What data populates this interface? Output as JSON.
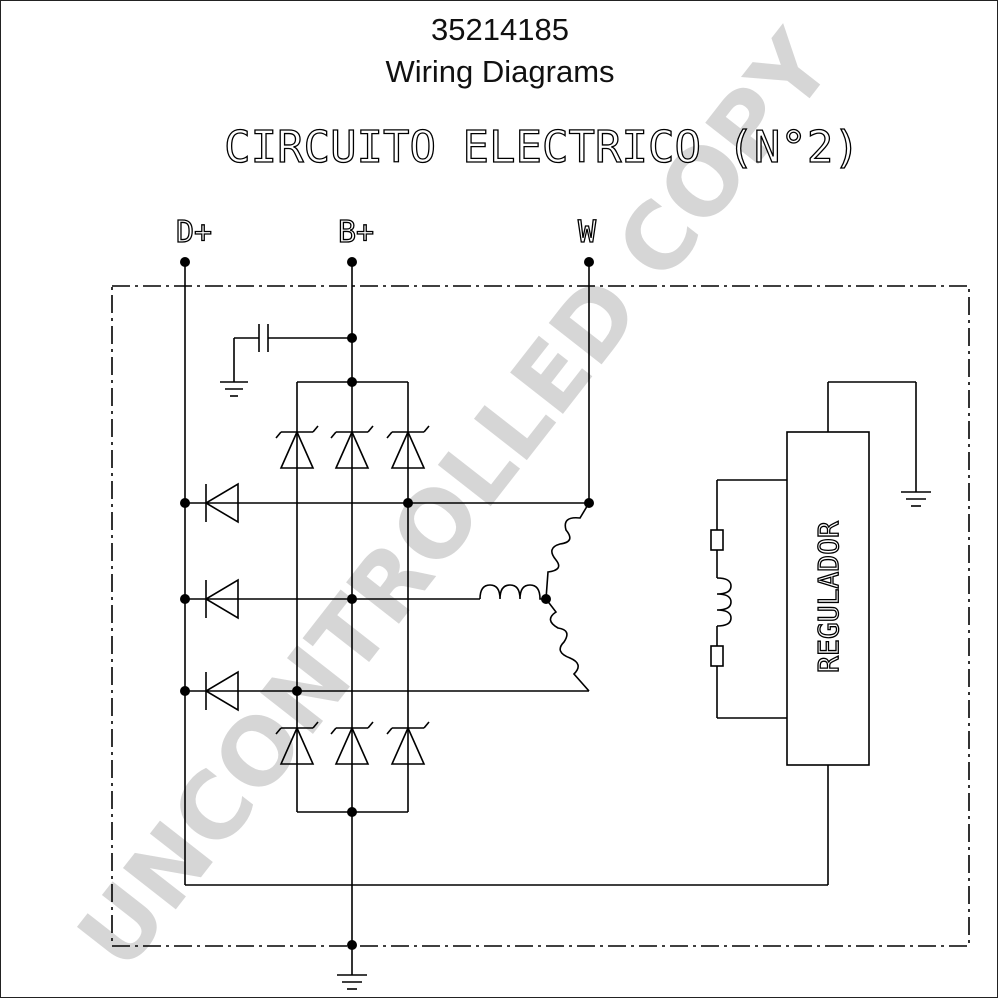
{
  "header": {
    "part_number": "35214185",
    "document_title": "Wiring Diagrams"
  },
  "diagram": {
    "circuit_title": "CIRCUITO ELECTRICO (N°2)",
    "terminals": {
      "d_plus": "D+",
      "b_plus": "B+",
      "w": "W"
    },
    "regulator_label": "REGULADOR"
  },
  "watermark": {
    "text": "UNCONTROLLED COPY"
  }
}
